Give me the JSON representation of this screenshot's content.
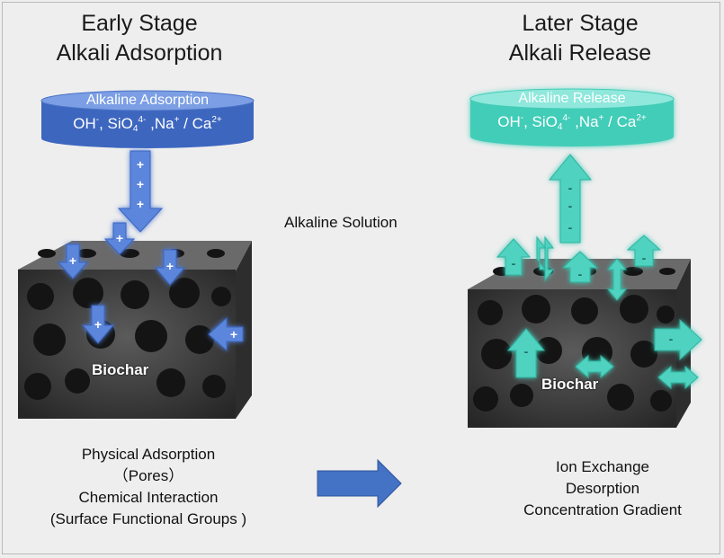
{
  "left": {
    "title_line1": "Early Stage",
    "title_line2": "Alkali Adsorption",
    "disk_title": "Alkaline Adsorption",
    "ions": {
      "oh": "OH",
      "oh_sup": "-",
      "sio": ", SiO",
      "sio_sub": "4",
      "sio_sup": "4-",
      "na": " ,Na",
      "na_sup": "+",
      "ca": " / Ca",
      "ca_sup": "2+"
    },
    "arrow_sign": "+",
    "biochar": "Biochar",
    "captions": [
      "Physical Adsorption",
      "（Pores）",
      "Chemical Interaction",
      "(Surface Functional Groups )"
    ]
  },
  "right": {
    "title_line1": "Later Stage",
    "title_line2": "Alkali Release",
    "disk_title": "Alkaline Release",
    "ions": {
      "oh": "OH",
      "oh_sup": "-",
      "sio": ", SiO",
      "sio_sub": "4",
      "sio_sup": "4-",
      "na": " ,Na",
      "na_sup": "+",
      "ca": " / Ca",
      "ca_sup": "2+"
    },
    "arrow_sign": "-",
    "biochar": "Biochar",
    "captions": [
      "Ion Exchange",
      "Desorption",
      "Concentration Gradient"
    ]
  },
  "middle_label": "Alkaline Solution",
  "colors": {
    "adsorption": "#4472c4",
    "release": "#3cc8b4",
    "flow_arrow": "#4472c4",
    "char": "#3a3a3a"
  }
}
